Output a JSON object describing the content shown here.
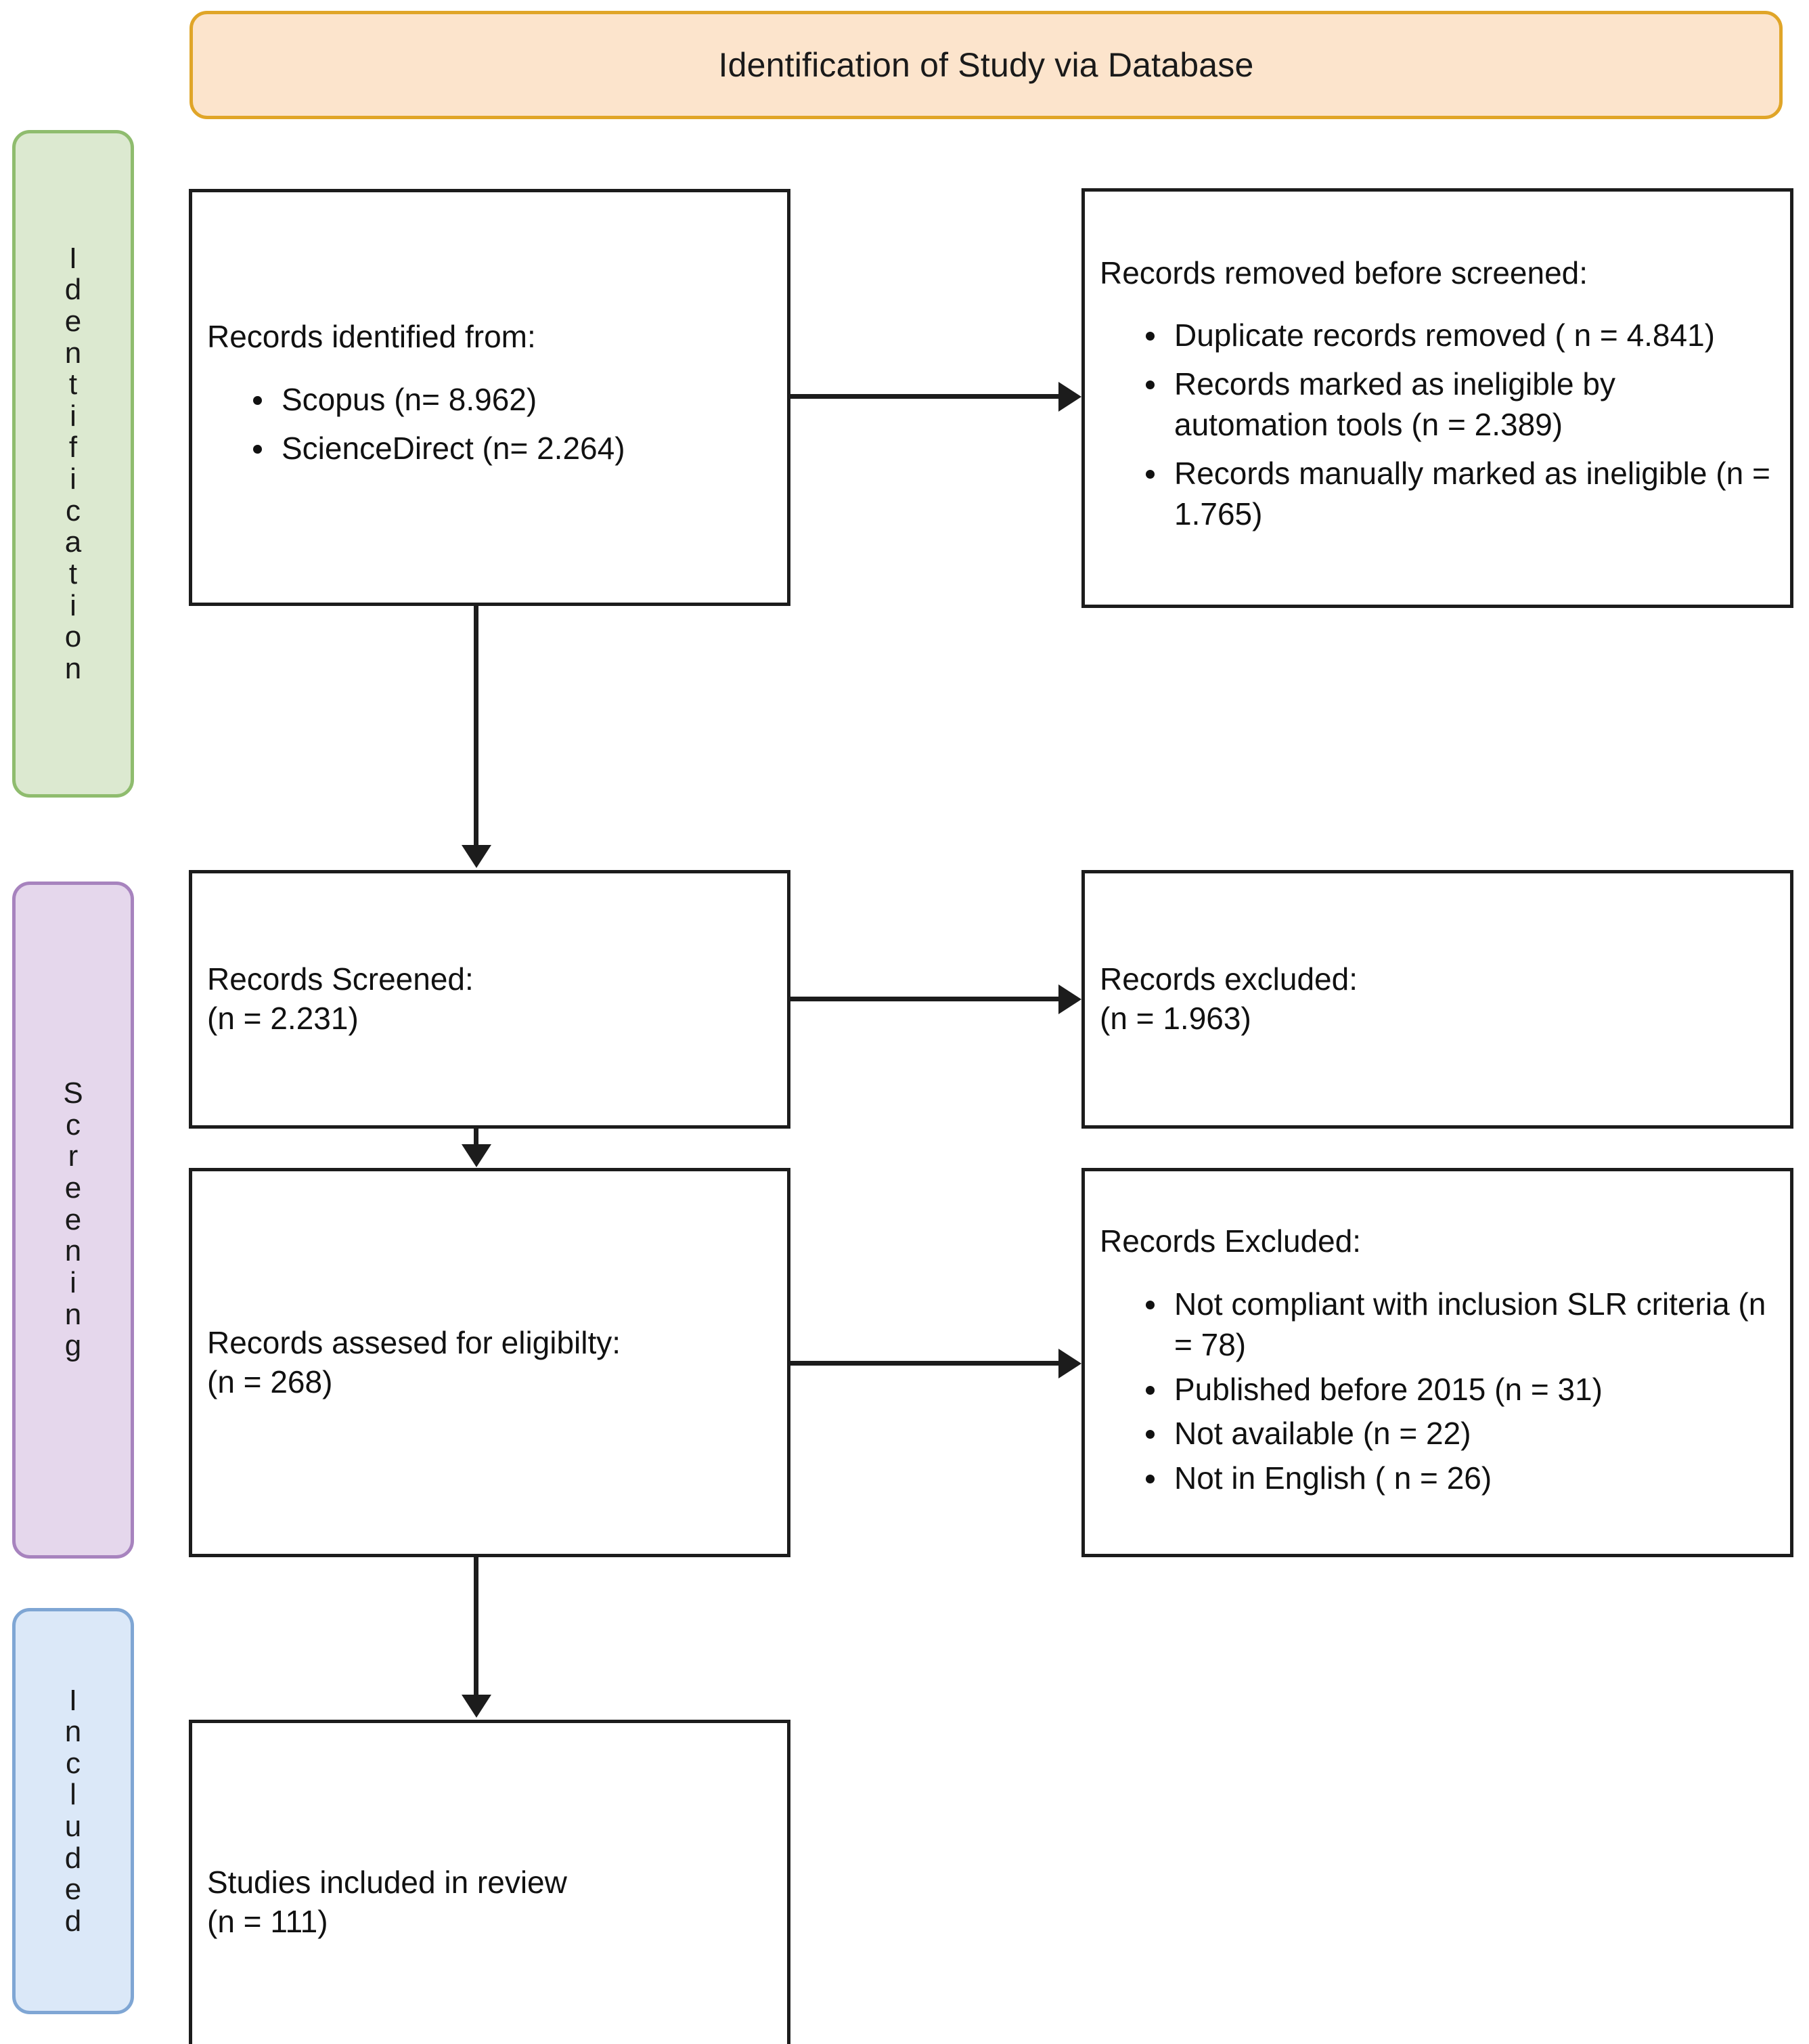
{
  "banner": {
    "title": "Identification of Study via Database"
  },
  "stages": [
    {
      "name": "identification",
      "label": "Identification",
      "color": "#DCE9D0",
      "border": "#8FBC6E"
    },
    {
      "name": "screening",
      "label": "Screening",
      "color": "#E5D7EC",
      "border": "#A783BE"
    },
    {
      "name": "included",
      "label": "Included",
      "color": "#DBE8F8",
      "border": "#7FA6D4"
    }
  ],
  "boxes": {
    "identified": {
      "title": "Records identified from:",
      "items": [
        "Scopus (n= 8.962)",
        "ScienceDirect (n= 2.264)"
      ]
    },
    "removed": {
      "title": "Records removed before screened:",
      "items": [
        "Duplicate records removed ( n = 4.841)",
        "Records marked as ineligible by automation tools (n = 2.389)",
        "Records manually marked as ineligible (n = 1.765)"
      ]
    },
    "screened": {
      "title": "Records Screened:\n(n = 2.231)"
    },
    "excluded_screened": {
      "title": "Records excluded:\n(n = 1.963)"
    },
    "eligibility": {
      "title": "Records assesed for eligibilty:\n(n = 268)"
    },
    "excluded_eligibility": {
      "title": "Records Excluded:",
      "items": [
        "Not compliant with inclusion SLR criteria (n = 78)",
        "Published before 2015 (n = 31)",
        "Not available (n = 22)",
        "Not in English ( n = 26)"
      ]
    },
    "included": {
      "title": "Studies included in review\n(n = 111)"
    }
  },
  "chart_data": {
    "type": "diagram",
    "title": "Identification of Study via Database",
    "nodes": [
      {
        "id": "identified",
        "stage": "Identification",
        "label": "Records identified from:",
        "values": {
          "Scopus": "8.962",
          "ScienceDirect": "2.264"
        }
      },
      {
        "id": "removed",
        "stage": "Identification",
        "label": "Records removed before screened:",
        "values": {
          "Duplicate records removed": "4.841",
          "Records marked as ineligible by automation tools": "2.389",
          "Records manually marked as ineligible": "1.765"
        }
      },
      {
        "id": "screened",
        "stage": "Screening",
        "label": "Records Screened:",
        "values": {
          "n": "2.231"
        }
      },
      {
        "id": "excluded_screened",
        "stage": "Screening",
        "label": "Records excluded:",
        "values": {
          "n": "1.963"
        }
      },
      {
        "id": "eligibility",
        "stage": "Screening",
        "label": "Records assesed for eligibilty:",
        "values": {
          "n": "268"
        }
      },
      {
        "id": "excluded_eligibility",
        "stage": "Screening",
        "label": "Records Excluded:",
        "values": {
          "Not compliant with inclusion SLR criteria": "78",
          "Published before 2015": "31",
          "Not available": "22",
          "Not in English": "26"
        }
      },
      {
        "id": "included",
        "stage": "Included",
        "label": "Studies included in review",
        "values": {
          "n": "111"
        }
      }
    ],
    "edges": [
      {
        "from": "identified",
        "to": "removed",
        "direction": "right"
      },
      {
        "from": "identified",
        "to": "screened",
        "direction": "down"
      },
      {
        "from": "screened",
        "to": "excluded_screened",
        "direction": "right"
      },
      {
        "from": "screened",
        "to": "eligibility",
        "direction": "down"
      },
      {
        "from": "eligibility",
        "to": "excluded_eligibility",
        "direction": "right"
      },
      {
        "from": "eligibility",
        "to": "included",
        "direction": "down"
      }
    ]
  }
}
